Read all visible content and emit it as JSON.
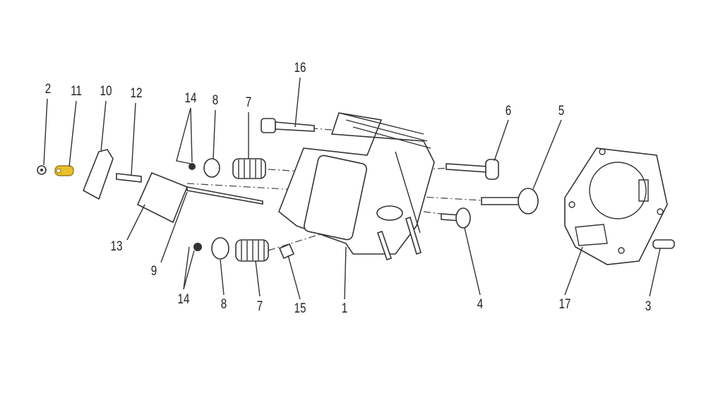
{
  "diagram": {
    "title": "Cylinder head exploded view",
    "highlight_color": "#e8c02a",
    "highlighted_part": "11",
    "labels": [
      {
        "id": "2",
        "text": "2"
      },
      {
        "id": "11",
        "text": "11"
      },
      {
        "id": "10",
        "text": "10"
      },
      {
        "id": "12",
        "text": "12"
      },
      {
        "id": "14a",
        "text": "14"
      },
      {
        "id": "8a",
        "text": "8"
      },
      {
        "id": "7a",
        "text": "7"
      },
      {
        "id": "16",
        "text": "16"
      },
      {
        "id": "6",
        "text": "6"
      },
      {
        "id": "5",
        "text": "5"
      },
      {
        "id": "13",
        "text": "13"
      },
      {
        "id": "9",
        "text": "9"
      },
      {
        "id": "14b",
        "text": "14"
      },
      {
        "id": "8b",
        "text": "8"
      },
      {
        "id": "7b",
        "text": "7"
      },
      {
        "id": "15",
        "text": "15"
      },
      {
        "id": "1",
        "text": "1"
      },
      {
        "id": "4",
        "text": "4"
      },
      {
        "id": "17",
        "text": "17"
      },
      {
        "id": "3",
        "text": "3"
      }
    ]
  }
}
